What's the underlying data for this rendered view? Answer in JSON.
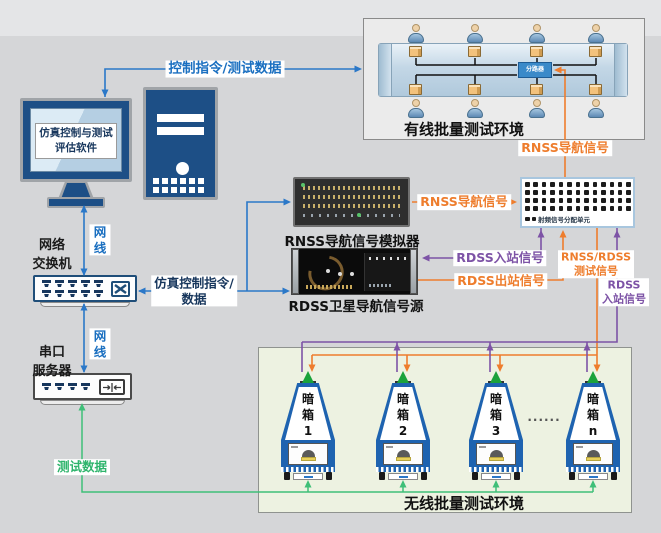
{
  "colors": {
    "blue": "#2b78c8",
    "orange": "#ee7d2d",
    "purple": "#7d53a6",
    "green": "#3fbf78",
    "navy": "#17365c",
    "chamber_blue": "#1e63b0"
  },
  "top_flow": {
    "ctrl_test_label": "控制指令/测试数据"
  },
  "monitor": {
    "software_line1": "仿真控制与测试",
    "software_line2": "评估软件"
  },
  "left_column": {
    "switch_label_line1": "网络",
    "switch_label_line2": "交换机",
    "server_label_line1": "串口",
    "server_label_line2": "服务器",
    "cable_label_1": "网线",
    "cable_label_2": "网线",
    "sim_ctrl_line1": "仿真控制指令/",
    "sim_ctrl_line2": "数据",
    "test_data_label": "测试数据"
  },
  "wired_env": {
    "title": "有线批量测试环境",
    "splitter_label": "分路器"
  },
  "devices": {
    "rnss_simulator": "RNSS导航信号模拟器",
    "rdss_source": "RDSS卫星导航信号源",
    "rf_unit": "射频信号分配单元"
  },
  "signals": {
    "rnss_nav_top": "RNSS导航信号",
    "rnss_nav_mid": "RNSS导航信号",
    "rdss_in_left": "RDSS入站信号",
    "rdss_out": "RDSS出站信号",
    "test_sig_line1": "RNSS/RDSS",
    "test_sig_line2": "测试信号",
    "rdss_in_right_line1": "RDSS",
    "rdss_in_right_line2": "入站信号"
  },
  "wireless_env": {
    "title": "无线批量测试环境",
    "ellipsis": "......",
    "chamber_char1": "暗",
    "chamber_char2": "箱",
    "chambers": [
      {
        "number": "1"
      },
      {
        "number": "2"
      },
      {
        "number": "3"
      },
      {
        "number": "n"
      }
    ]
  }
}
